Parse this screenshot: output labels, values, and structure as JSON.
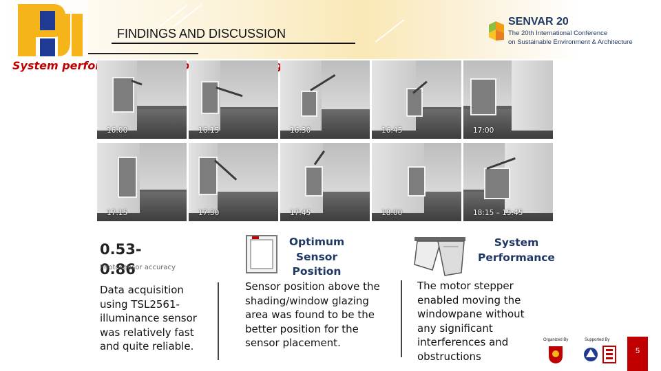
{
  "header": {
    "title": "FINDINGS AND DISCUSSION",
    "subtitle": "System performance of automated shading device"
  },
  "conference": {
    "name": "SENVAR 20",
    "line1": "The 20th International Conference",
    "line2": "on Sustainable Environment & Architecture"
  },
  "photos": [
    {
      "time": "16:00"
    },
    {
      "time": "16:15"
    },
    {
      "time": "16:30"
    },
    {
      "time": "16:45"
    },
    {
      "time": "17:00"
    },
    {
      "time": "17:15"
    },
    {
      "time": "17:30"
    },
    {
      "time": "17:45"
    },
    {
      "time": "18:00"
    },
    {
      "time": "18:15 – 15:45"
    }
  ],
  "col1": {
    "value": "0.53-0.86",
    "label": "Photosensor accuracy",
    "text": "Data acquisition using TSL2561-illuminance sensor was relatively fast and quite reliable."
  },
  "col2": {
    "heading": "Optimum Sensor Position",
    "text": "Sensor position above the shading/window glazing area was found to be the better position for the sensor placement."
  },
  "col3": {
    "heading": "System Performance",
    "text": "The motor stepper enabled moving the windowpane without any significant interferences and obstructions"
  },
  "footer": {
    "organized_by": "Organized By",
    "supported_by": "Supported By",
    "page_number": "5"
  },
  "colors": {
    "accent_red": "#c00000",
    "heading_navy": "#1f3864",
    "pu_yellow": "#f4b41a",
    "pu_blue": "#1f3a93"
  }
}
